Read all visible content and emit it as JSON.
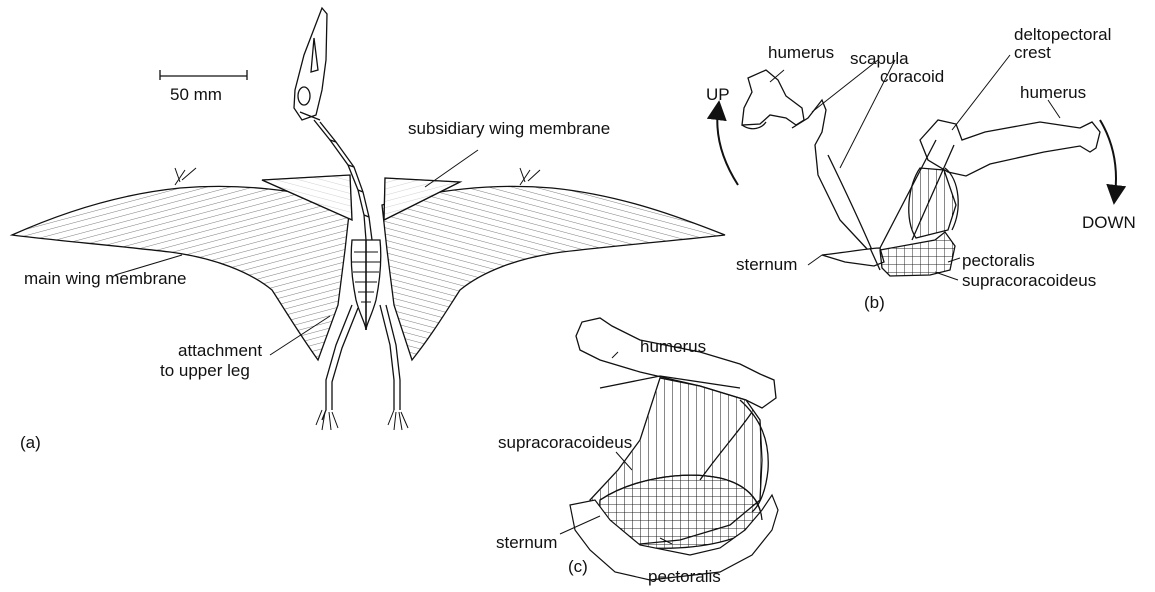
{
  "colors": {
    "ink": "#111111",
    "paper": "#ffffff"
  },
  "panel_a": {
    "tag": "(a)",
    "scale_bar": "50 mm",
    "labels": {
      "subsidiary_membrane": "subsidiary wing membrane",
      "main_membrane": "main wing membrane",
      "attachment_line1": "attachment",
      "attachment_line2": "to upper leg"
    }
  },
  "panel_b": {
    "tag": "(b)",
    "labels": {
      "up": "UP",
      "down": "DOWN",
      "humerus_left": "humerus",
      "scapula": "scapula",
      "coracoid": "coracoid",
      "deltopectoral_line1": "deltopectoral",
      "deltopectoral_line2": "crest",
      "humerus_right": "humerus",
      "sternum": "sternum",
      "pectoralis": "pectoralis",
      "supracoracoideus": "supracoracoideus"
    }
  },
  "panel_c": {
    "tag": "(c)",
    "labels": {
      "humerus": "humerus",
      "supracoracoideus": "supracoracoideus",
      "sternum": "sternum",
      "pectoralis": "pectoralis"
    }
  }
}
